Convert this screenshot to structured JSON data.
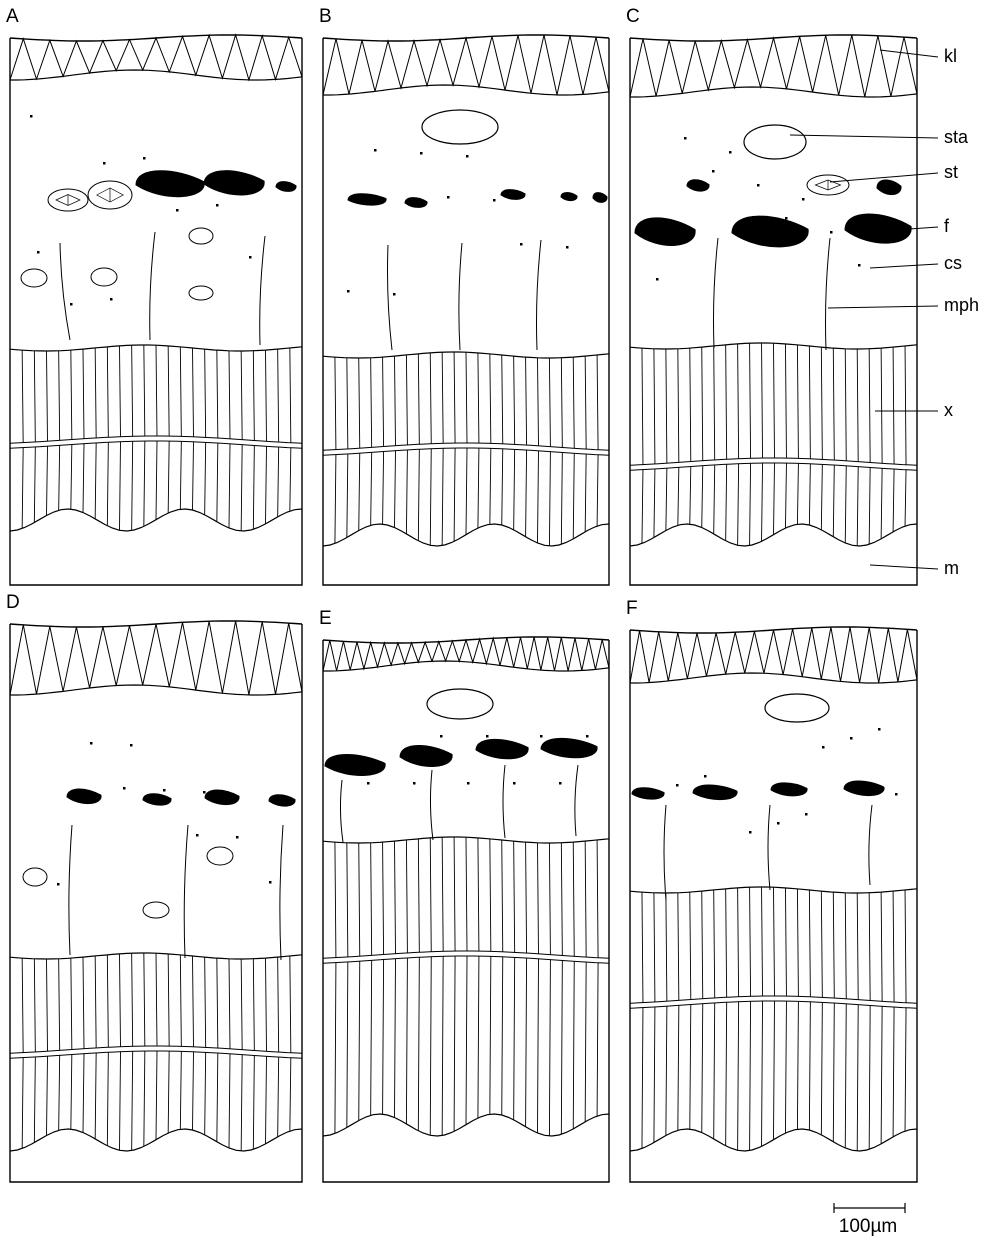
{
  "panels": [
    {
      "letter": "A"
    },
    {
      "letter": "B"
    },
    {
      "letter": "C"
    },
    {
      "letter": "D"
    },
    {
      "letter": "E"
    },
    {
      "letter": "F"
    }
  ],
  "labels": [
    "kl",
    "sta",
    "st",
    "f",
    "cs",
    "mph",
    "x",
    "m"
  ],
  "scale_bar": {
    "label": "100µm"
  }
}
